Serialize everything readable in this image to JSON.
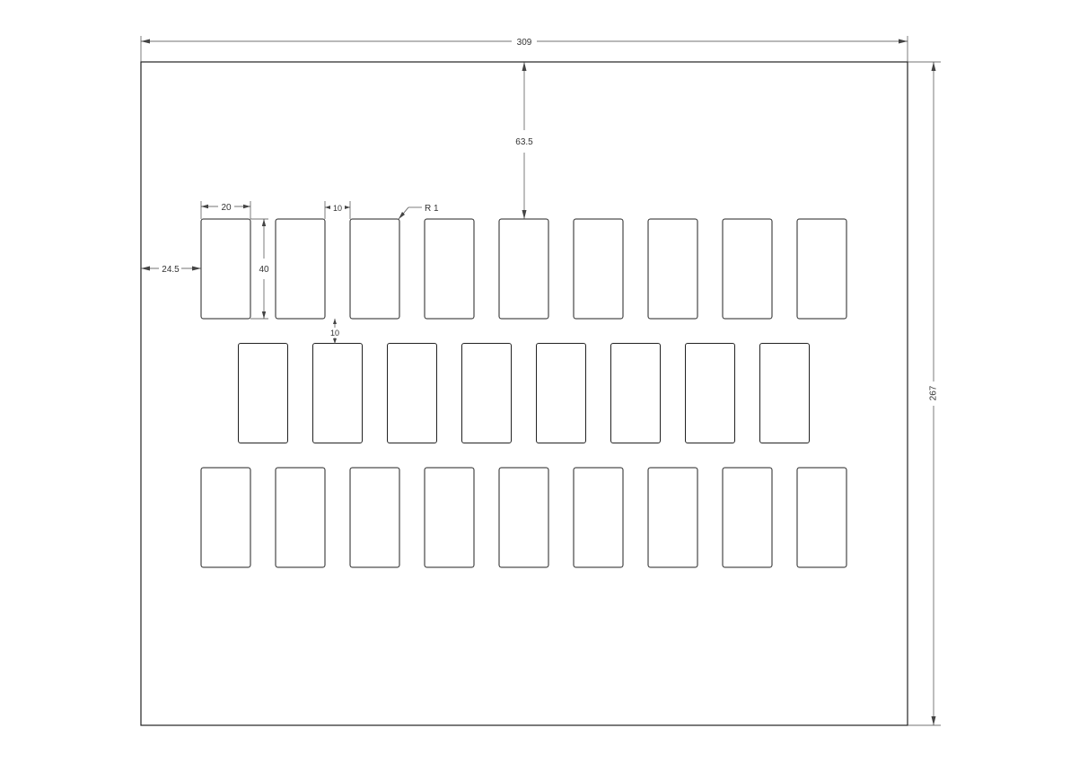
{
  "drawing": {
    "dimensions": {
      "overall_width": "309",
      "overall_height": "267",
      "top_offset": "63.5",
      "left_offset": "24.5",
      "slot_width": "20",
      "slot_height": "40",
      "slot_gap": "10",
      "row_gap": "10",
      "corner_radius": "R 1"
    },
    "slot_rows": [
      {
        "row": 1,
        "count": 9
      },
      {
        "row": 2,
        "count": 8
      },
      {
        "row": 3,
        "count": 9
      }
    ]
  }
}
